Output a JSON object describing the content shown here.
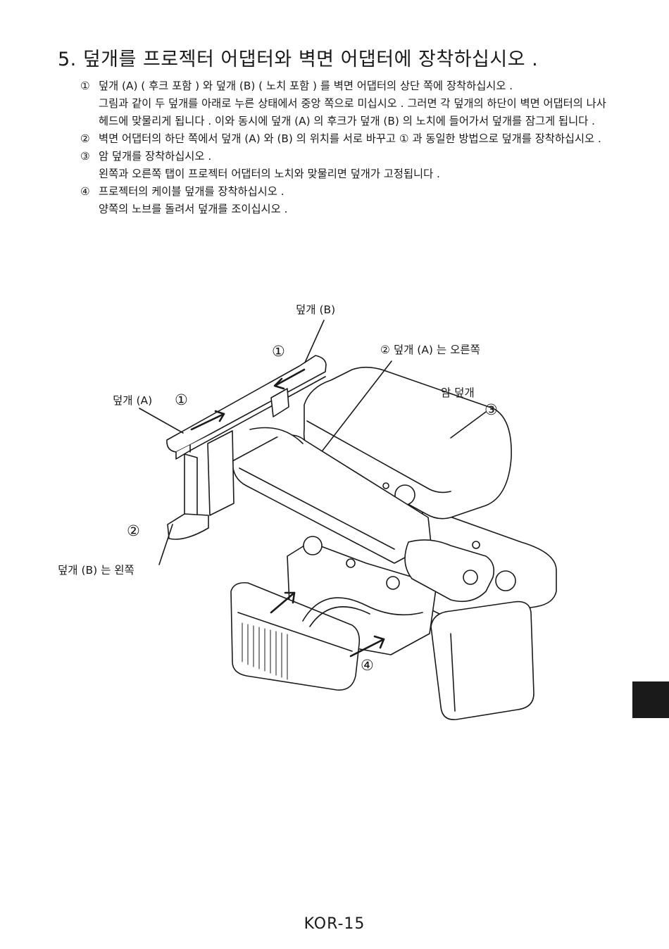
{
  "heading": "5. 덮개를 프로젝터 어댑터와 벽면 어댑터에 장착하십시오 .",
  "steps": [
    {
      "num": "①",
      "lines": [
        "덮개 (A) ( 후크 포함 ) 와 덮개 (B) ( 노치 포함 ) 를 벽면 어댑터의 상단 쪽에 장착하십시오 .",
        "그림과 같이 두 덮개를 아래로 누른 상태에서 중앙 쪽으로 미십시오 . 그러면 각 덮개의 하단이 벽면 어댑터의 나사 헤드에 맞물리게 됩니다 . 이와 동시에 덮개 (A) 의 후크가 덮개 (B) 의 노치에 들어가서 덮개를 잠그게 됩니다 ."
      ]
    },
    {
      "num": "②",
      "lines": [
        "벽면 어댑터의 하단 쪽에서 덮개 (A) 와 (B) 의 위치를 서로 바꾸고 ① 과 동일한 방법으로 덮개를 장착하십시오 ."
      ]
    },
    {
      "num": "③",
      "lines": [
        "암 덮개를 장착하십시오 .",
        "왼쪽과 오른쪽 탭이 프로젝터 어댑터의 노치와 맞물리면 덮개가 고정됩니다 ."
      ]
    },
    {
      "num": "④",
      "lines": [
        "프로젝터의 케이블 덮개를 장착하십시오 .",
        "양쪽의 노브를 돌려서 덮개를 조이십시오 ."
      ]
    }
  ],
  "figure": {
    "label_cover_b": "덮개 (B)",
    "callout_1_top": "①",
    "label_cover_a_right": "② 덮개 (A) 는 오른쪽",
    "label_arm_cover": "암 덮개",
    "callout_3": "③",
    "label_cover_a": "덮개 (A)",
    "callout_1_left": "①",
    "callout_2_left": "②",
    "label_cover_b_left": "덮개 (B) 는 왼쪽",
    "callout_4": "④"
  },
  "page_number": "KOR-15"
}
